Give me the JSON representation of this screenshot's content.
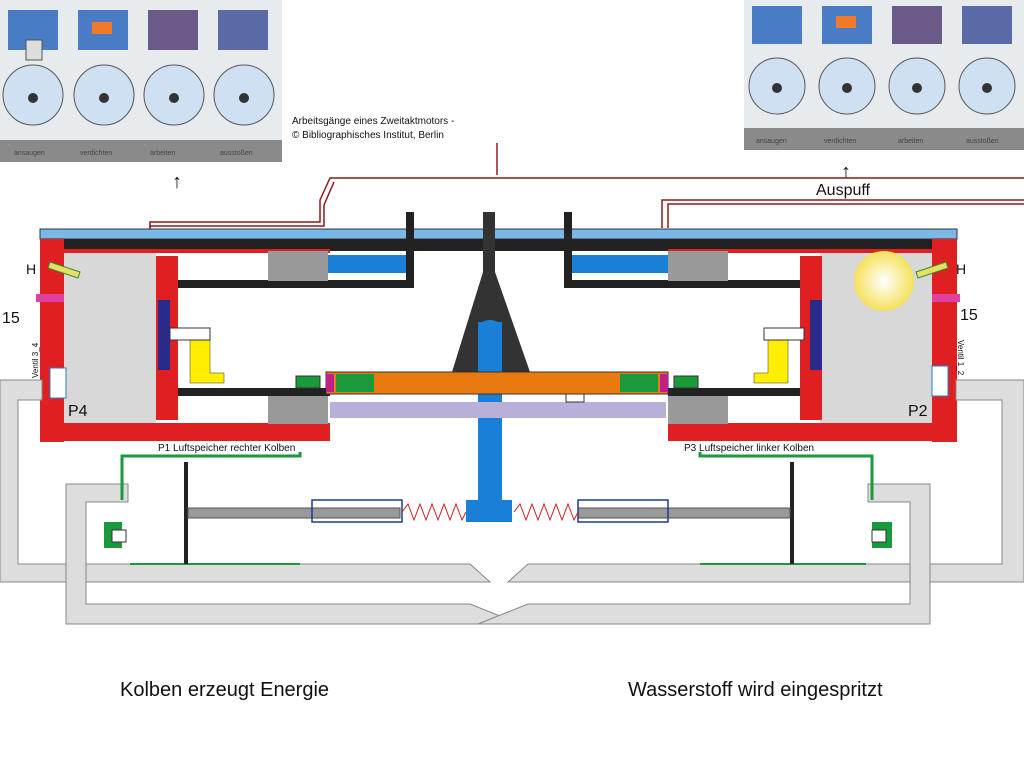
{
  "source_note": {
    "line1": "Arbeitsgänge eines Zweitaktmotors -",
    "line2": "© Bibliographisches Institut, Berlin"
  },
  "strip_labels": [
    "ansaugen",
    "verdichten",
    "arbeiten",
    "ausstoßen"
  ],
  "exhaust_label": "Auspuff",
  "arrow_glyph": "↑",
  "left_side": {
    "h_label": "H",
    "number": "15",
    "valve_label": "Ventil 3_4",
    "pressure_label": "P4",
    "storage_label": "P1 Luftspeicher rechter Kolben"
  },
  "right_side": {
    "h_label": "H",
    "number": "15",
    "valve_label": "Ventil 1_2",
    "pressure_label": "P2",
    "storage_label": "P3 Luftspeicher linker Kolben"
  },
  "caption_left": "Kolben erzeugt Energie",
  "caption_right": "Wasserstoff wird eingespritzt",
  "colors": {
    "cylinder_wall": "#e02020",
    "frame": "#222222",
    "top_bar": "#7ab8e8",
    "shaft_blue": "#1a7fd6",
    "rod_orange": "#e87a10",
    "green": "#1a9a3a",
    "yellow": "#ffee00",
    "duct_grey": "#dddddd",
    "lavender": "#b8b0d8",
    "navy": "#2a2a8a"
  }
}
